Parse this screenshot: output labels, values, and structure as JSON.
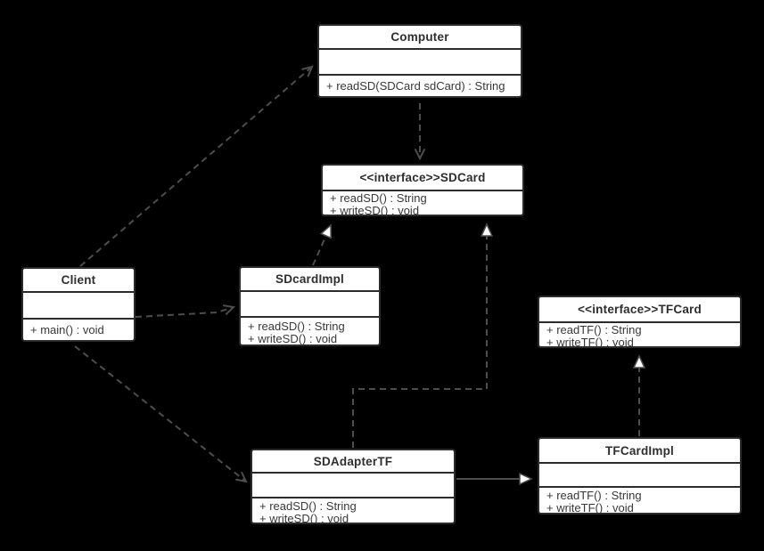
{
  "diagram": {
    "type": "uml-class-diagram",
    "pattern": "Adapter pattern",
    "background_color": "#000000",
    "node_fill": "#ffffff",
    "node_border_color": "#2b2b2b",
    "node_text_color": "#333333",
    "connector_color": "#4d4d4d"
  },
  "classes": {
    "computer": {
      "title": "Computer",
      "attributes": [],
      "methods": [
        "+ readSD(SDCard sdCard) : String"
      ]
    },
    "sdcard": {
      "title": "<<interface>>SDCard",
      "methods": [
        "+ readSD() : String",
        "+ writeSD() : void"
      ]
    },
    "client": {
      "title": "Client",
      "attributes": [],
      "methods": [
        "+ main() : void"
      ]
    },
    "sdcardimpl": {
      "title": "SDcardImpl",
      "attributes": [],
      "methods": [
        "+ readSD() : String",
        "+ writeSD() : void"
      ]
    },
    "tfcard": {
      "title": "<<interface>>TFCard",
      "methods": [
        "+ readTF() : String",
        "+ writeTF() : void"
      ]
    },
    "sdadaptertf": {
      "title": "SDAdapterTF",
      "attributes": [],
      "methods": [
        "+ readSD() : String",
        "+ writeSD() : void"
      ]
    },
    "tfcardimpl": {
      "title": "TFCardImpl",
      "attributes": [],
      "methods": [
        "+ readTF() : String",
        "+ writeTF() : void"
      ]
    }
  },
  "relations": [
    {
      "from": "Client",
      "to": "Computer",
      "type": "dependency",
      "line": "dashed",
      "arrowhead": "open"
    },
    {
      "from": "Client",
      "to": "SDcardImpl",
      "type": "dependency",
      "line": "dashed",
      "arrowhead": "open"
    },
    {
      "from": "Client",
      "to": "SDAdapterTF",
      "type": "dependency",
      "line": "dashed",
      "arrowhead": "open"
    },
    {
      "from": "Computer",
      "to": "SDCard",
      "type": "dependency",
      "line": "dashed",
      "arrowhead": "open"
    },
    {
      "from": "SDcardImpl",
      "to": "SDCard",
      "type": "realization",
      "line": "dashed",
      "arrowhead": "hollow-triangle"
    },
    {
      "from": "SDAdapterTF",
      "to": "SDCard",
      "type": "realization",
      "line": "dashed",
      "arrowhead": "hollow-triangle"
    },
    {
      "from": "SDAdapterTF",
      "to": "TFCardImpl",
      "type": "generalization",
      "line": "solid",
      "arrowhead": "hollow-triangle"
    },
    {
      "from": "TFCardImpl",
      "to": "TFCard",
      "type": "realization",
      "line": "dashed",
      "arrowhead": "hollow-triangle"
    }
  ]
}
